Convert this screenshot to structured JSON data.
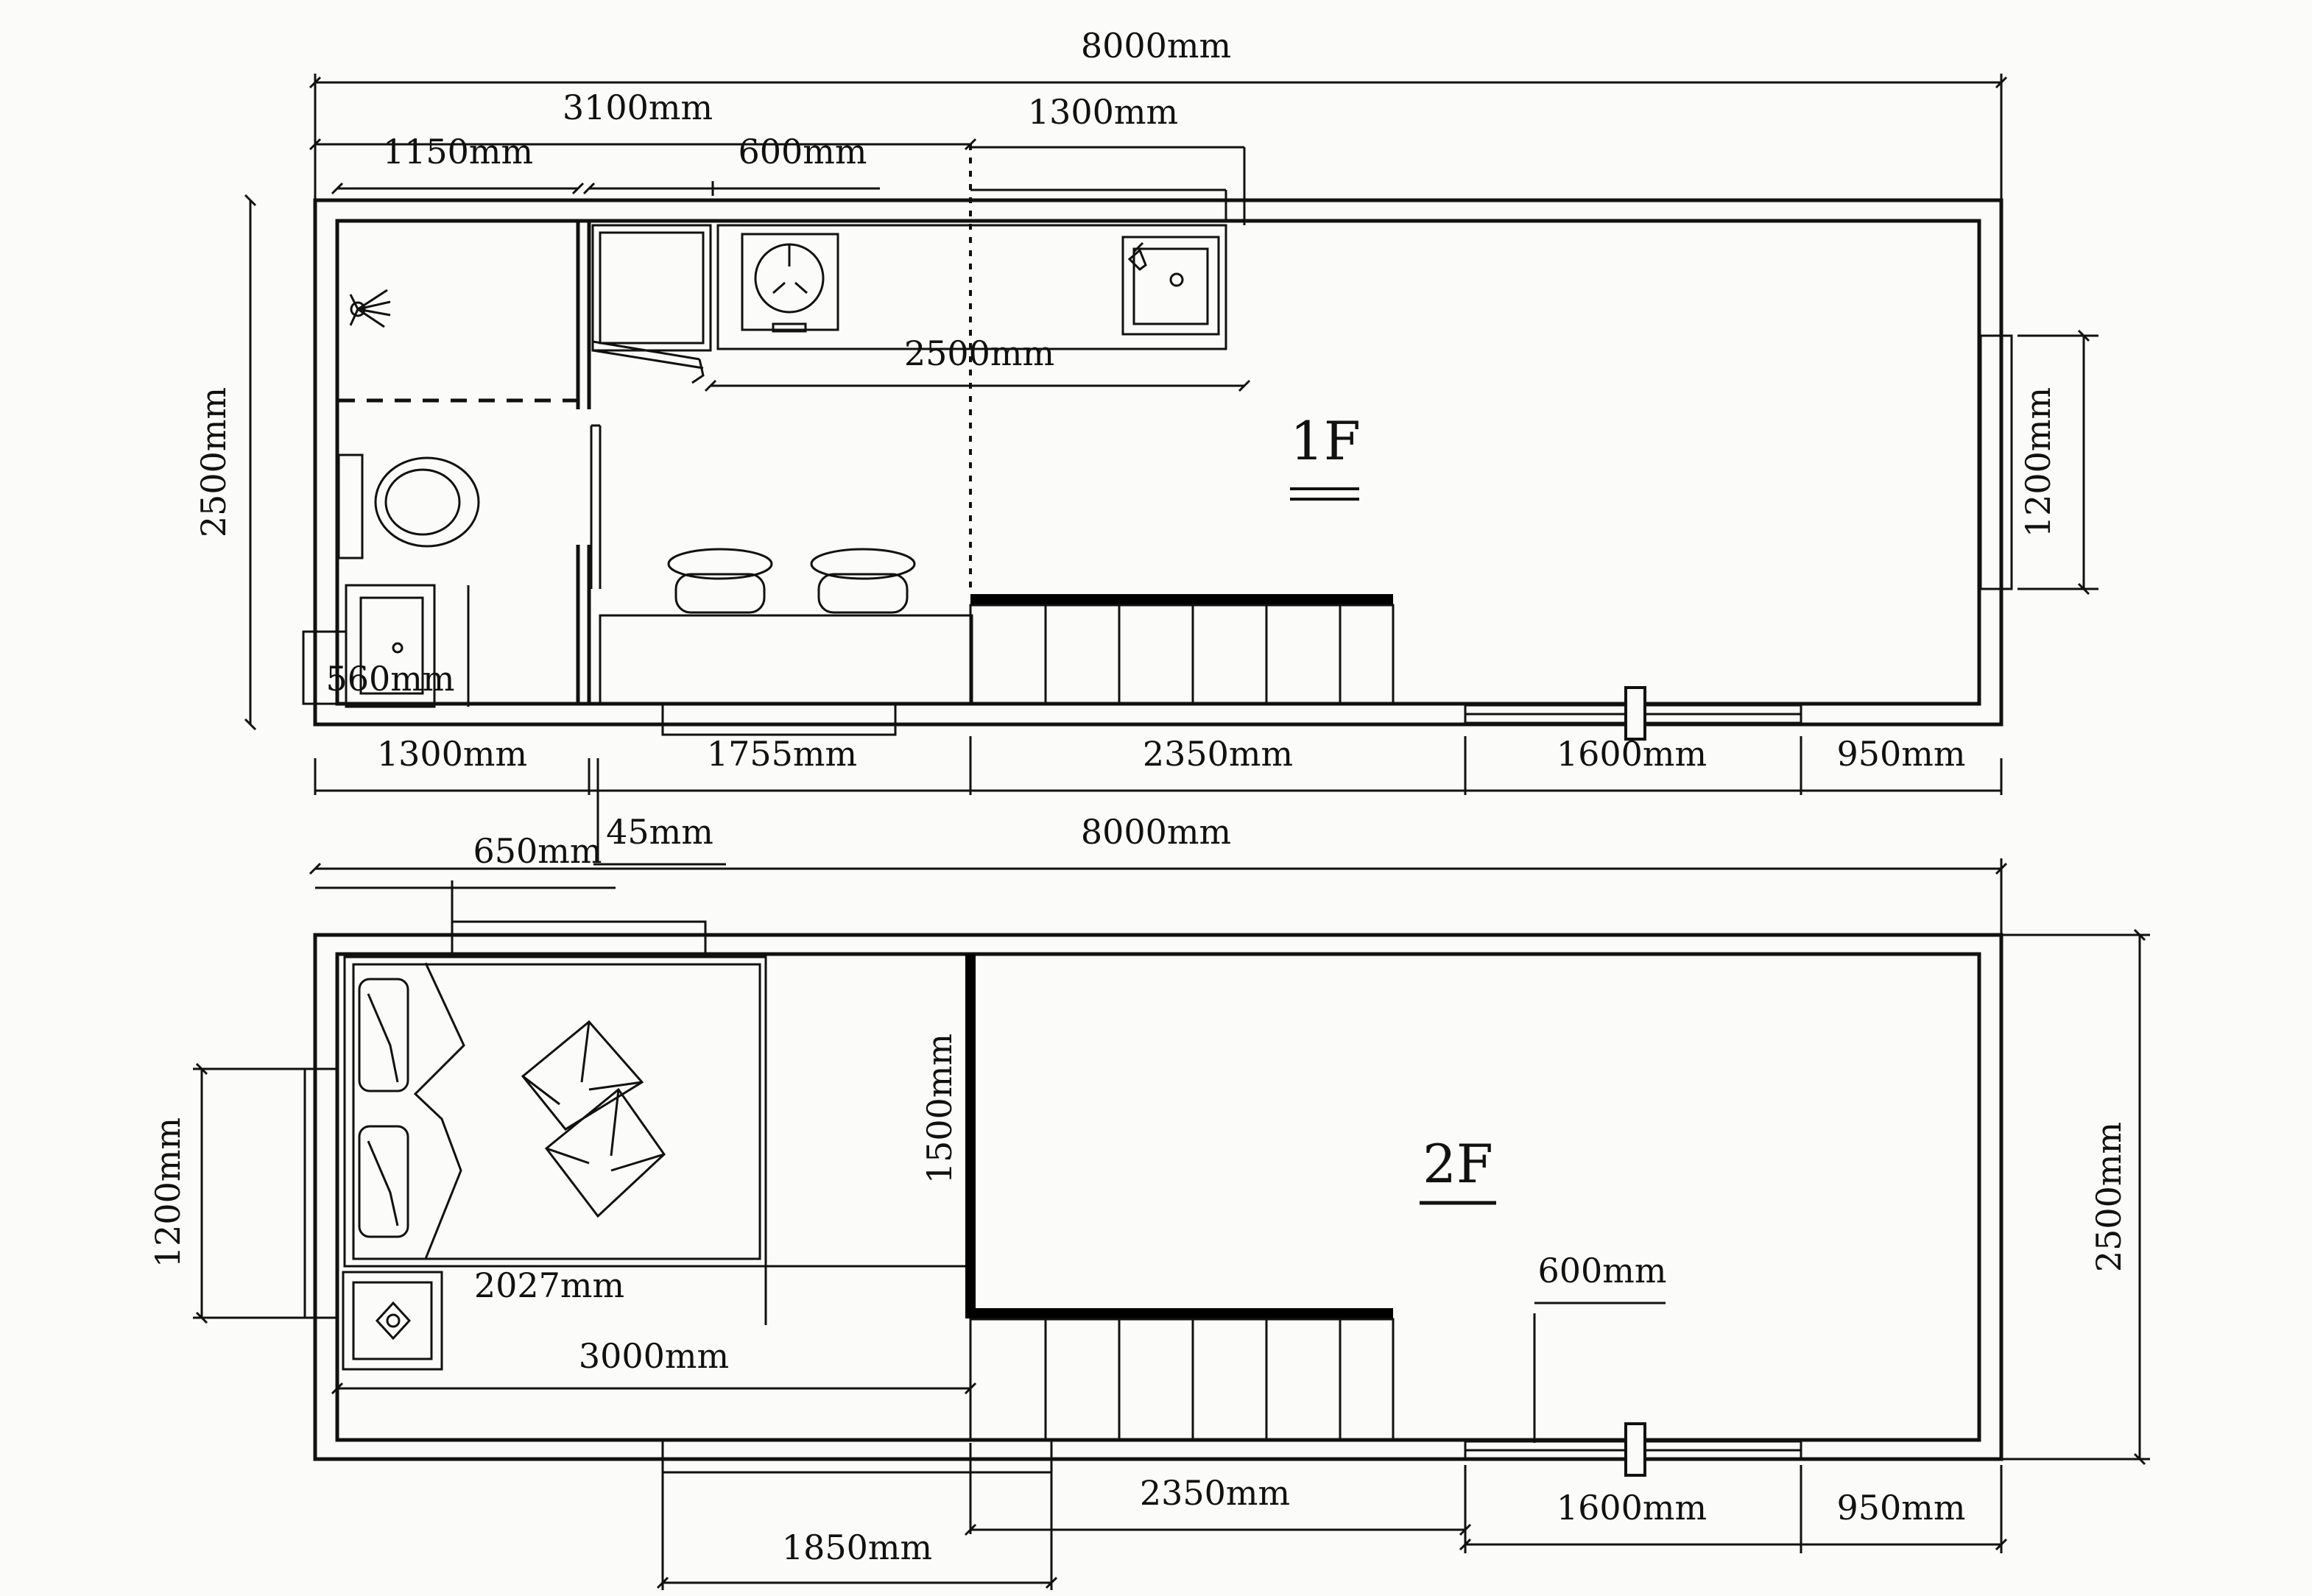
{
  "floor_labels": {
    "first": "1F",
    "second": "2F"
  },
  "dimensions_1f": {
    "total_length": "8000mm",
    "living_zone": "3100mm",
    "bath_width": "1150mm",
    "fridge_width": "600mm",
    "kitchen_length": "1300mm",
    "counter_length": "2500mm",
    "depth": "2500mm",
    "end_window": "1200mm",
    "vanity": "560mm",
    "bottom_bath": "1300mm",
    "bottom_partition": "45mm",
    "bottom_dining": "1755mm",
    "bottom_stairs": "2350mm",
    "bottom_door": "1600mm",
    "bottom_end": "950mm"
  },
  "dimensions_2f": {
    "total_length": "8000mm",
    "bed_head": "650mm",
    "depth": "2500mm",
    "side_window": "1200mm",
    "bed_length": "2027mm",
    "loft_width": "1500mm",
    "loft_length": "3000mm",
    "rail": "600mm",
    "bottom_window": "1850mm",
    "bottom_stairs": "2350mm",
    "bottom_door": "1600mm",
    "bottom_end": "950mm"
  }
}
